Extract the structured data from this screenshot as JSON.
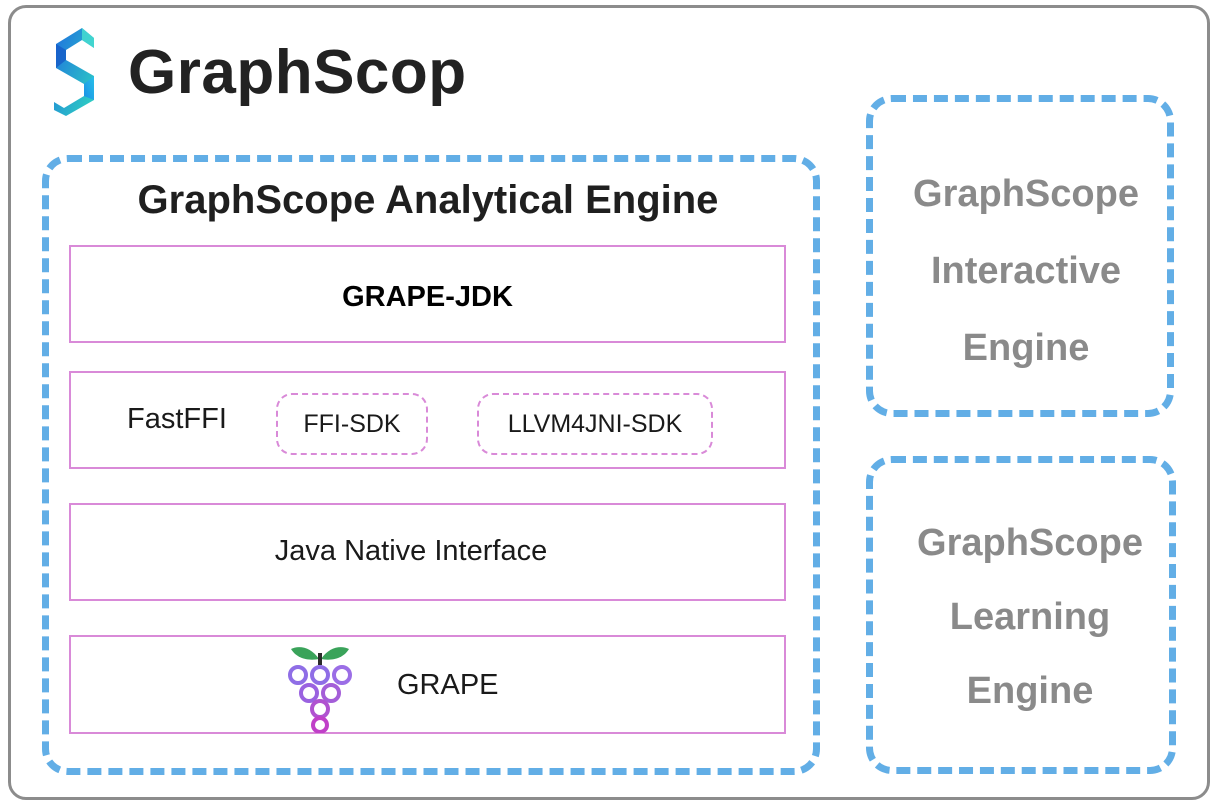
{
  "logo": {
    "icon": "graphscope-s-logo-icon",
    "text": "GraphScop"
  },
  "analytical_engine": {
    "title": "GraphScope Analytical Engine",
    "layers": {
      "jdk": "GRAPE-JDK",
      "fastffi": {
        "label": "FastFFI",
        "sdks": [
          "FFI-SDK",
          "LLVM4JNI-SDK"
        ]
      },
      "jni": "Java Native Interface",
      "grape": {
        "icon": "grape-icon",
        "label": "GRAPE"
      }
    }
  },
  "interactive_engine": {
    "lines": [
      "GraphScope",
      "Interactive",
      "Engine"
    ]
  },
  "learning_engine": {
    "lines": [
      "GraphScope",
      "Learning",
      "Engine"
    ]
  },
  "colors": {
    "dashed_border": "#62aee6",
    "layer_border": "#d98ad8",
    "side_text": "#8a8a8a",
    "frame": "#8c8c8c"
  }
}
